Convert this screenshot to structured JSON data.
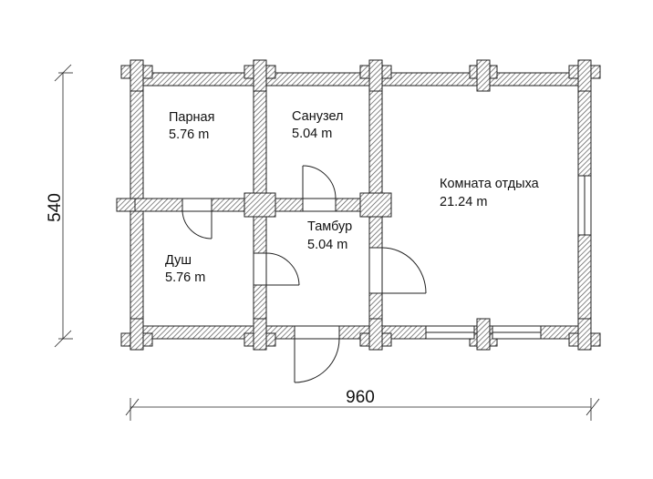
{
  "rooms": [
    {
      "name": "Парная",
      "area": "5.76 m"
    },
    {
      "name": "Санузел",
      "area": "5.04 m"
    },
    {
      "name": "Комната отдыха",
      "area": "21.24 m"
    },
    {
      "name": "Тамбур",
      "area": "5.04 m"
    },
    {
      "name": "Душ",
      "area": "5.76 m"
    }
  ],
  "dimensions": {
    "width": "960",
    "height": "540"
  },
  "colors": {
    "wall_hatch": "#555555",
    "line": "#222222"
  }
}
